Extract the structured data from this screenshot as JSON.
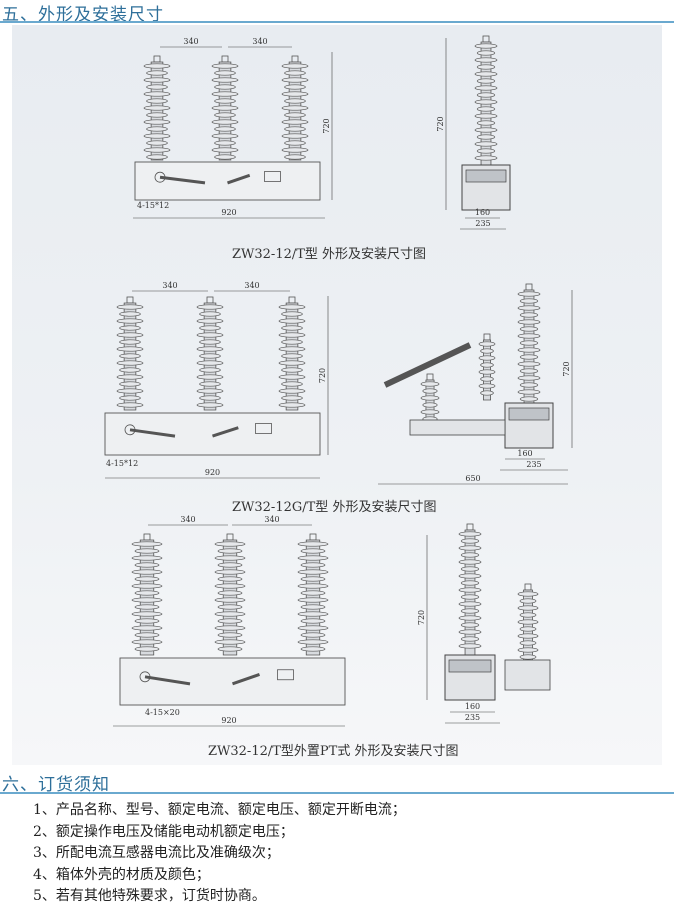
{
  "section5": {
    "title": "五、外形及安装尺寸"
  },
  "figures": [
    {
      "caption": "ZW32-12/T型 外形及安装尺寸图",
      "dims": {
        "spacing1": "340",
        "spacing2": "340",
        "height": "720",
        "width": "920",
        "holes": "4-15*12",
        "side_height": "720",
        "side_w1": "160",
        "side_w2": "235"
      }
    },
    {
      "caption": "ZW32-12G/T型 外形及安装尺寸图",
      "dims": {
        "spacing1": "340",
        "spacing2": "340",
        "height": "720",
        "width": "920",
        "holes": "4-15*12",
        "side_height": "720",
        "side_w1": "160",
        "side_w2": "235",
        "side_total": "650"
      }
    },
    {
      "caption": "ZW32-12/T型外置PT式 外形及安装尺寸图",
      "dims": {
        "spacing1": "340",
        "spacing2": "340",
        "width": "920",
        "holes": "4-15×20",
        "side_height": "720",
        "side_w1": "160",
        "side_w2": "235"
      }
    }
  ],
  "section6": {
    "title": "六、订货须知",
    "items": [
      "1、产品名称、型号、额定电流、额定电压、额定开断电流；",
      "2、额定操作电压及储能电动机额定电压；",
      "3、所配电流互感器电流比及准确级次；",
      "4、箱体外壳的材质及颜色；",
      "5、若有其他特殊要求，订货时协商。"
    ]
  }
}
